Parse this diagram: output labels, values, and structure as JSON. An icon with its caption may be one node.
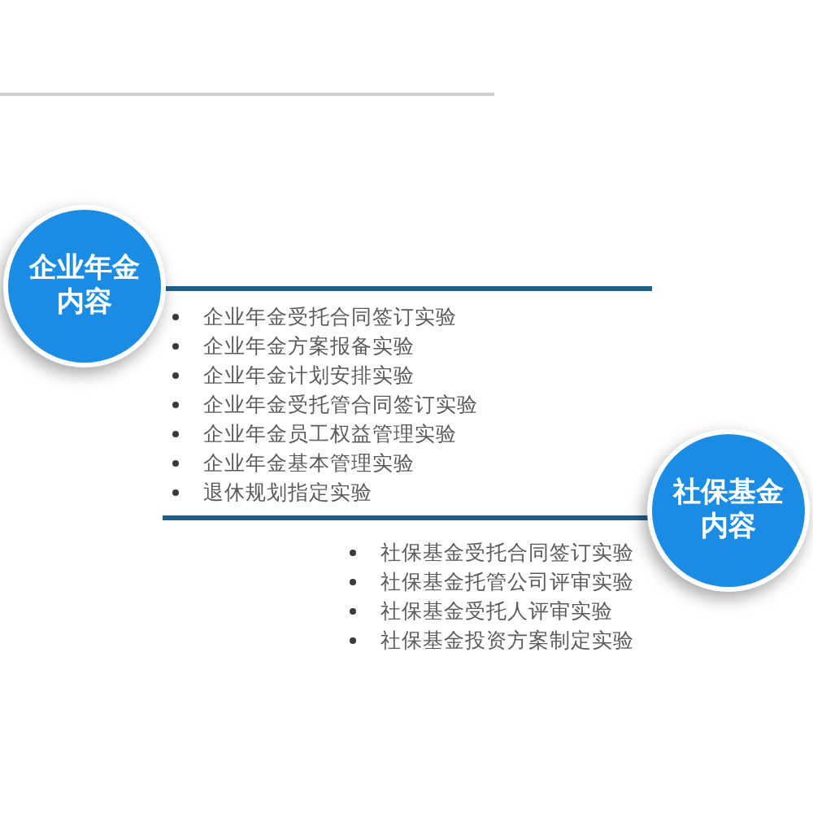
{
  "diagram": {
    "nodes": [
      {
        "text": [
          "企业年金内容"
        ],
        "beside": [
          "企业年金受托合同签订实验",
          "企业年金方案报备实验",
          "企业年金计划安排实验",
          "企业年金受托管合同签订实验",
          "企业年金员工权益管理实验",
          "企业年金基本管理实验",
          "退休规划指定实验"
        ]
      },
      {
        "text": [
          "社保基金内容"
        ],
        "beside": [
          "社保基金受托合同签订实验",
          "社保基金托管公司评审实验",
          "社保基金受托人评审实验",
          "社保基金投资方案制定实验"
        ]
      }
    ]
  }
}
